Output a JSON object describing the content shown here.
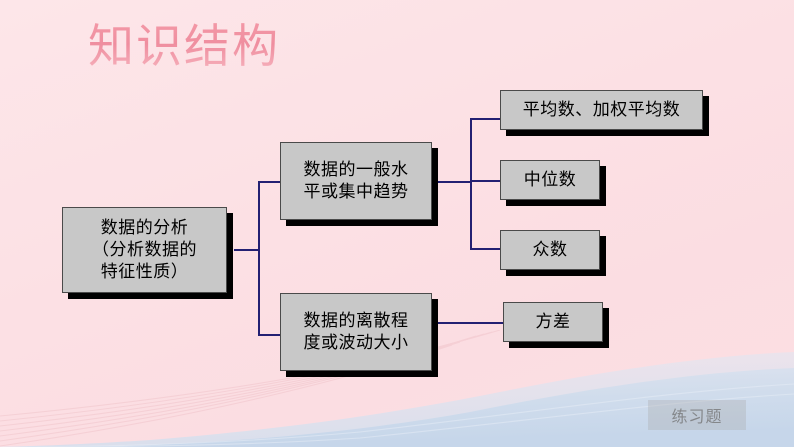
{
  "slide": {
    "title": "知识结构",
    "background_color": "#fce3e6",
    "accent_color": "#232072",
    "node_fill": "#c8c8c8",
    "title_color": "#ef8e9f",
    "wave_color": "#ccd8ea"
  },
  "diagram": {
    "nodes": {
      "root": "数据的分析\n（分析数据的\n特征性质）",
      "central_tendency": "数据的一般水\n平或集中趋势",
      "dispersion": "数据的离散程\n度或波动大小",
      "mean": "平均数、加权平均数",
      "median": "中位数",
      "mode": "众数",
      "variance": "方差"
    }
  },
  "footer": {
    "practice_label": "练习题"
  }
}
